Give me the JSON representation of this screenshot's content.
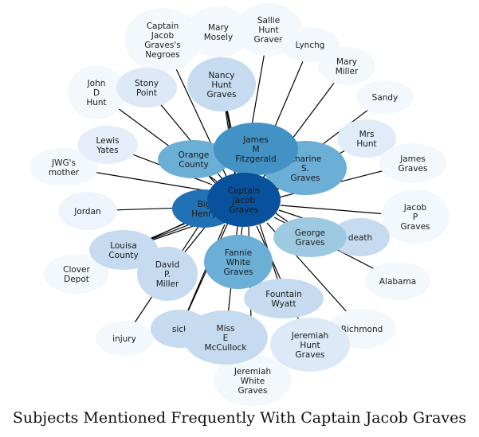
{
  "caption": "Subjects Mentioned Frequently With Captain Jacob Graves",
  "center": {
    "id": "captain-jacob-graves",
    "label": "Captain Jacob Graves",
    "lines": [
      "Captain",
      "Jacob",
      "Graves"
    ],
    "color": "#08519c"
  },
  "nodes": [
    {
      "id": "captain-jacob-graves-negroes",
      "label": "Captain Jacob Graves's Negroes",
      "lines": [
        "Captain",
        "Jacob",
        "Graves's",
        "Negroes"
      ],
      "color": "#f3f8fd"
    },
    {
      "id": "mary-mosely",
      "label": "Mary Mosely",
      "lines": [
        "Mary",
        "Mosely"
      ],
      "color": "#f3f8fd"
    },
    {
      "id": "sallie-hunt-graves",
      "label": "Sallie Hunt Graves",
      "lines": [
        "Sallie",
        "Hunt",
        "Graves"
      ],
      "color": "#f3f8fd"
    },
    {
      "id": "lynchg",
      "label": "Lynchg",
      "lines": [
        "Lynchg"
      ],
      "color": "#f3f8fd"
    },
    {
      "id": "mary-miller",
      "label": "Mary Miller",
      "lines": [
        "Mary",
        "Miller"
      ],
      "color": "#f3f8fd"
    },
    {
      "id": "sandy",
      "label": "Sandy",
      "lines": [
        "Sandy"
      ],
      "color": "#f3f8fd"
    },
    {
      "id": "mrs-hunt",
      "label": "Mrs Hunt",
      "lines": [
        "Mrs",
        "Hunt"
      ],
      "color": "#e0ecf8"
    },
    {
      "id": "james-graves",
      "label": "James Graves",
      "lines": [
        "James",
        "Graves"
      ],
      "color": "#f3f8fd"
    },
    {
      "id": "jacob-p-graves",
      "label": "Jacob P Graves",
      "lines": [
        "Jacob",
        "P",
        "Graves"
      ],
      "color": "#f3f8fd"
    },
    {
      "id": "alabama",
      "label": "Alabama",
      "lines": [
        "Alabama"
      ],
      "color": "#f3f8fd"
    },
    {
      "id": "richmond",
      "label": "Richmond",
      "lines": [
        "Richmond"
      ],
      "color": "#f3f8fd"
    },
    {
      "id": "jeremiah-white-graves",
      "label": "Jeremiah White Graves",
      "lines": [
        "Jeremiah",
        "White",
        "Graves"
      ],
      "color": "#f3f8fd"
    },
    {
      "id": "injury",
      "label": "injury",
      "lines": [
        "injury"
      ],
      "color": "#f3f8fd"
    },
    {
      "id": "clover-depot",
      "label": "Clover Depot",
      "lines": [
        "Clover",
        "Depot"
      ],
      "color": "#f3f8fd"
    },
    {
      "id": "jordan",
      "label": "Jordan",
      "lines": [
        "Jordan"
      ],
      "color": "#eef4fb"
    },
    {
      "id": "jwgs-mother",
      "label": "JWG's mother",
      "lines": [
        "JWG's",
        "mother"
      ],
      "color": "#f3f8fd"
    },
    {
      "id": "lewis-yates",
      "label": "Lewis Yates",
      "lines": [
        "Lewis",
        "Yates"
      ],
      "color": "#e6eff9"
    },
    {
      "id": "john-d-hunt",
      "label": "John D Hunt",
      "lines": [
        "John",
        "D",
        "Hunt"
      ],
      "color": "#f3f8fd"
    },
    {
      "id": "stony-point",
      "label": "Stony Point",
      "lines": [
        "Stony",
        "Point"
      ],
      "color": "#dde9f6"
    },
    {
      "id": "nancy-hunt-graves",
      "label": "Nancy Hunt Graves",
      "lines": [
        "Nancy",
        "Hunt",
        "Graves"
      ],
      "color": "#c6dbef"
    },
    {
      "id": "orange-county",
      "label": "Orange County",
      "lines": [
        "Orange",
        "County"
      ],
      "color": "#6baed6"
    },
    {
      "id": "louisa-county",
      "label": "Louisa County",
      "lines": [
        "Louisa",
        "County"
      ],
      "color": "#c6dbef"
    },
    {
      "id": "david-p-miller",
      "label": "David P. Miller",
      "lines": [
        "David",
        "P.",
        "Miller"
      ],
      "color": "#c6dbef"
    },
    {
      "id": "sick",
      "label": "sick",
      "lines": [
        "sick"
      ],
      "color": "#c6dbef"
    },
    {
      "id": "miss-e-mccullock",
      "label": "Miss E McCullock",
      "lines": [
        "Miss",
        "E",
        "McCullock"
      ],
      "color": "#c6dbef"
    },
    {
      "id": "jeremiah-hunt-graves",
      "label": "Jeremiah Hunt Graves",
      "lines": [
        "Jeremiah",
        "Hunt",
        "Graves"
      ],
      "color": "#dde9f6"
    },
    {
      "id": "fountain-wyatt",
      "label": "Fountain Wyatt",
      "lines": [
        "Fountain",
        "Wyatt"
      ],
      "color": "#c6dbef"
    },
    {
      "id": "death",
      "label": "death",
      "lines": [
        "death"
      ],
      "color": "#c6dbef"
    },
    {
      "id": "george-graves",
      "label": "George Graves",
      "lines": [
        "George",
        "Graves"
      ],
      "color": "#9ecae1"
    },
    {
      "id": "fannie-white-graves",
      "label": "Fannie White Graves",
      "lines": [
        "Fannie",
        "White",
        "Graves"
      ],
      "color": "#6baed6"
    },
    {
      "id": "charine-s-graves",
      "label": "Charine S. Graves",
      "lines": [
        "Charine",
        "S.",
        "Graves"
      ],
      "color": "#6baed6"
    },
    {
      "id": "james-m-fitzgerald",
      "label": "James M Fitzgerald",
      "lines": [
        "James",
        "M",
        "Fitzgerald"
      ],
      "color": "#4292c6"
    },
    {
      "id": "big-henry",
      "label": "Big Henry",
      "lines": [
        "Big",
        "Henry"
      ],
      "color": "#2171b5"
    }
  ]
}
